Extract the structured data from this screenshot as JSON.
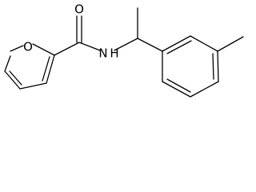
{
  "molecule": {
    "atoms": {
      "furan_oxygen": "O",
      "carbonyl_oxygen": "O",
      "amide_nitrogen": "N",
      "amide_hydrogen": "H"
    },
    "colors": {
      "bond": "#000000",
      "label": "#000000",
      "background": "#ffffff"
    }
  }
}
